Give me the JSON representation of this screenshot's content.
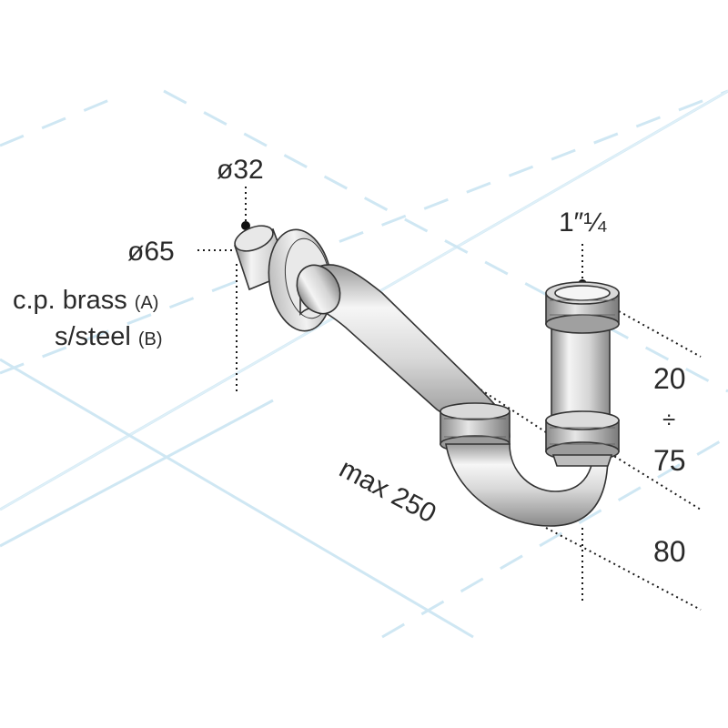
{
  "labels": {
    "outlet_diameter": "ø32",
    "flange_diameter": "ø65",
    "material_a": "c.p. brass",
    "material_a_code": "(A)",
    "material_b": "s/steel",
    "material_b_code": "(B)",
    "inlet_thread": "1″¼",
    "max_length": "max 250",
    "height_min": "20",
    "height_sep": "÷",
    "height_max": "75",
    "drop": "80"
  },
  "colors": {
    "grid": "#cfe7f3",
    "pipe_light": "#f4f4f4",
    "pipe_mid": "#cfcfcf",
    "pipe_dark": "#8c8c8c",
    "outline": "#333333",
    "dimension": "#1a1a1a"
  },
  "icons": [
    "p-trap-icon"
  ]
}
